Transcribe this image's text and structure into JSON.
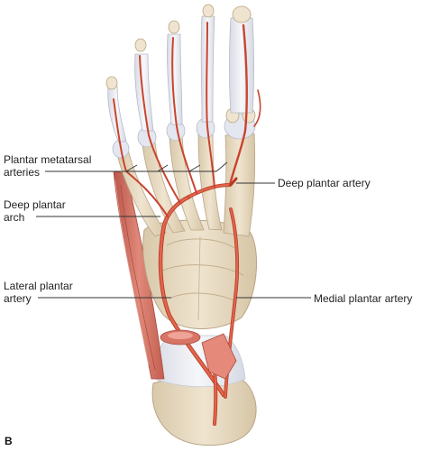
{
  "figure": {
    "panel_letter": "B",
    "labels": {
      "plantar_metatarsal_1": "Plantar metatarsal",
      "plantar_metatarsal_2": "arteries",
      "deep_plantar_artery": "Deep plantar artery",
      "deep_plantar_arch_1": "Deep plantar",
      "deep_plantar_arch_2": "arch",
      "lateral_plantar_1": "Lateral plantar",
      "lateral_plantar_2": "artery",
      "medial_plantar_artery": "Medial plantar artery"
    }
  },
  "colors": {
    "artery": "#d9533a",
    "artery_dark": "#b83a26",
    "bone": "#e8dcc6",
    "bone_shadow": "#cdbb9c",
    "cartilage": "#dfe3ec",
    "muscle": "#cf6a5a",
    "tendon": "#eef0f4",
    "leader": "#333333"
  }
}
